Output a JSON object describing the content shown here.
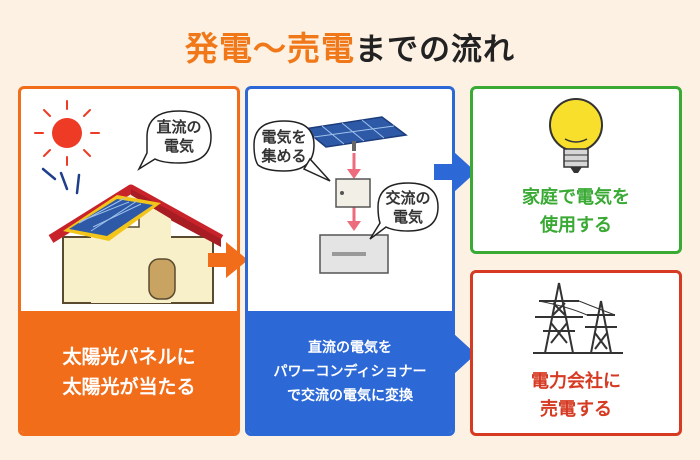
{
  "title": {
    "accent": "発電〜売電",
    "rest": "までの流れ"
  },
  "step1": {
    "bubble": "直流の\n電気",
    "caption": "太陽光パネルに\n太陽光が当たる"
  },
  "step2": {
    "bubble_collect": "電気を\n集める",
    "bubble_ac": "交流の\n電気",
    "caption": "直流の電気を\nパワーコンディショナー\nで交流の電気に変換"
  },
  "step3": {
    "caption": "家庭で電気を\n使用する"
  },
  "step4": {
    "caption": "電力会社に\n売電する"
  },
  "colors": {
    "orange": "#f26d1a",
    "blue": "#2c68d6",
    "green": "#3aaa35",
    "red": "#d63a22"
  }
}
